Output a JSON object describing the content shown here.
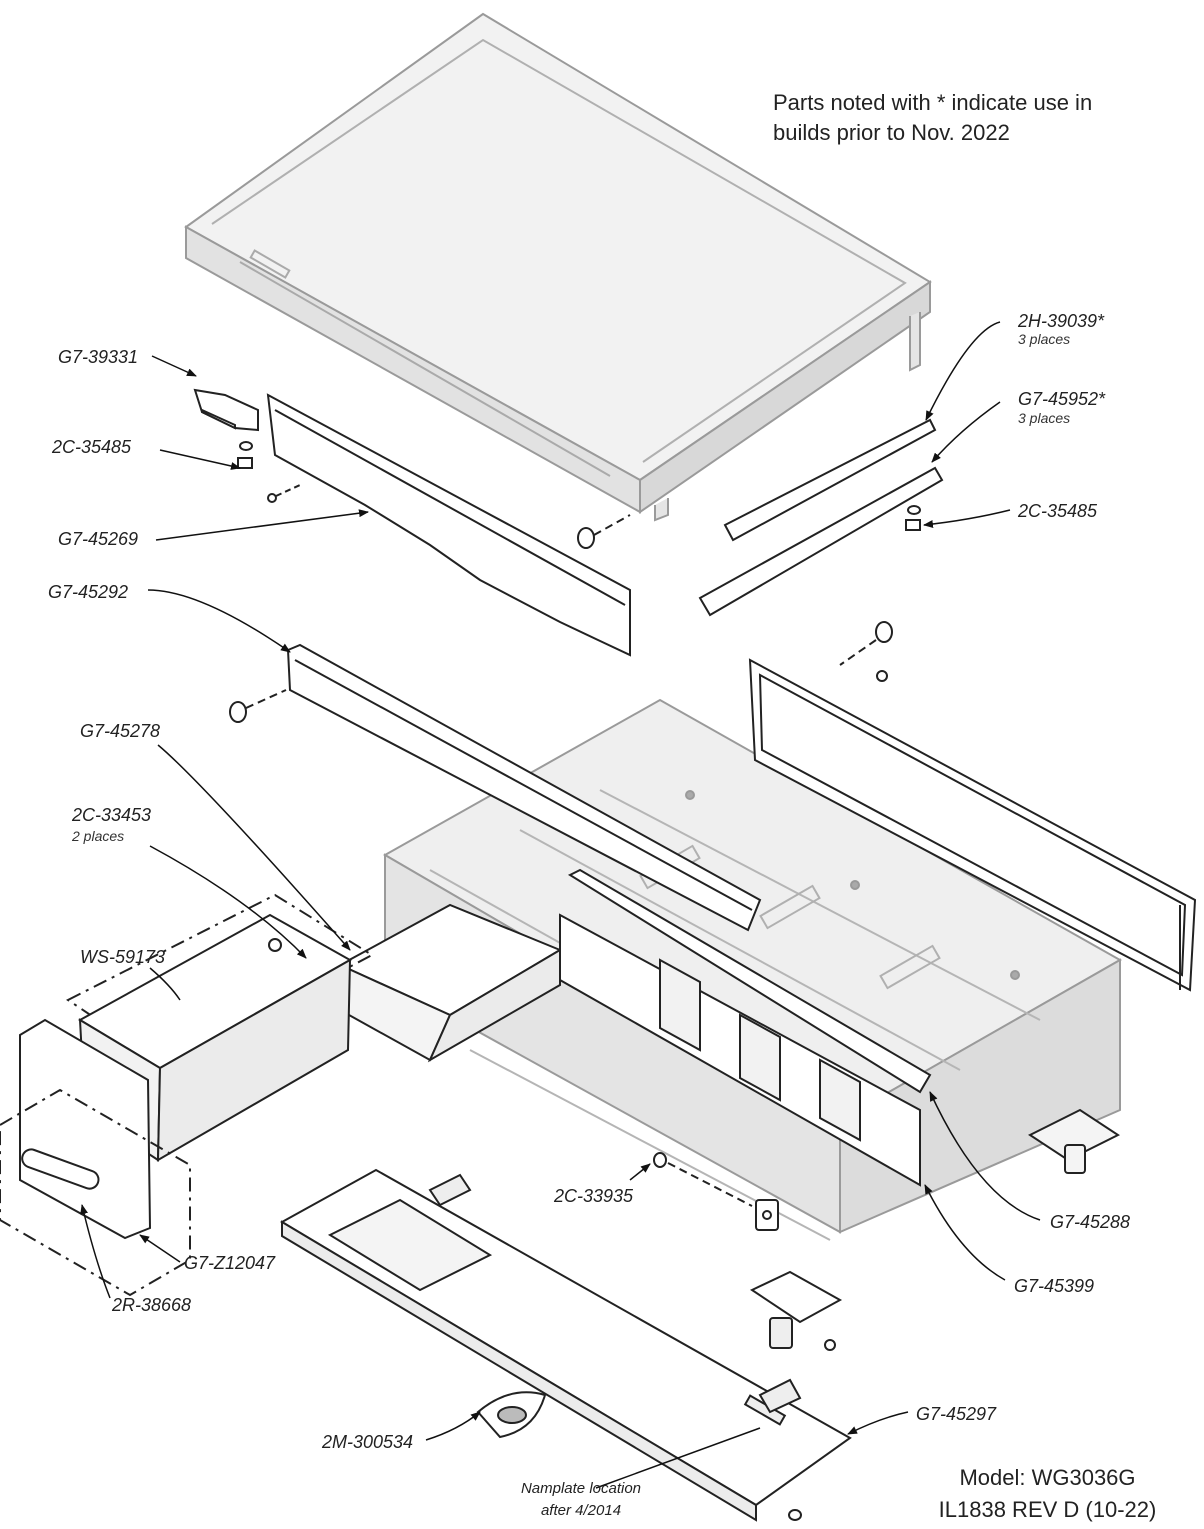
{
  "note": {
    "line1": "Parts noted with * indicate use in",
    "line2": "builds prior to Nov. 2022"
  },
  "model": {
    "line1": "Model: WG3036G",
    "line2": "IL1838 REV D (10-22)"
  },
  "nameplate": {
    "line1": "Namplate location",
    "line2": "after 4/2014"
  },
  "parts": {
    "g7_39331": "G7-39331",
    "c2_35485_left": "2C-35485",
    "g7_45269": "G7-45269",
    "g7_45292": "G7-45292",
    "g7_45278": "G7-45278",
    "c2_33453": "2C-33453",
    "c2_33453_sub": "2 places",
    "ws_59173": "WS-59173",
    "g7_z12047": "G7-Z12047",
    "r2_38668": "2R-38668",
    "m2_300534": "2M-300534",
    "h2_39039": "2H-39039*",
    "h2_39039_sub": "3 places",
    "g7_45952": "G7-45952*",
    "g7_45952_sub": "3 places",
    "c2_35485_right": "2C-35485",
    "c2_33935": "2C-33935",
    "g7_45288": "G7-45288",
    "g7_45399": "G7-45399",
    "g7_45297": "G7-45297"
  }
}
